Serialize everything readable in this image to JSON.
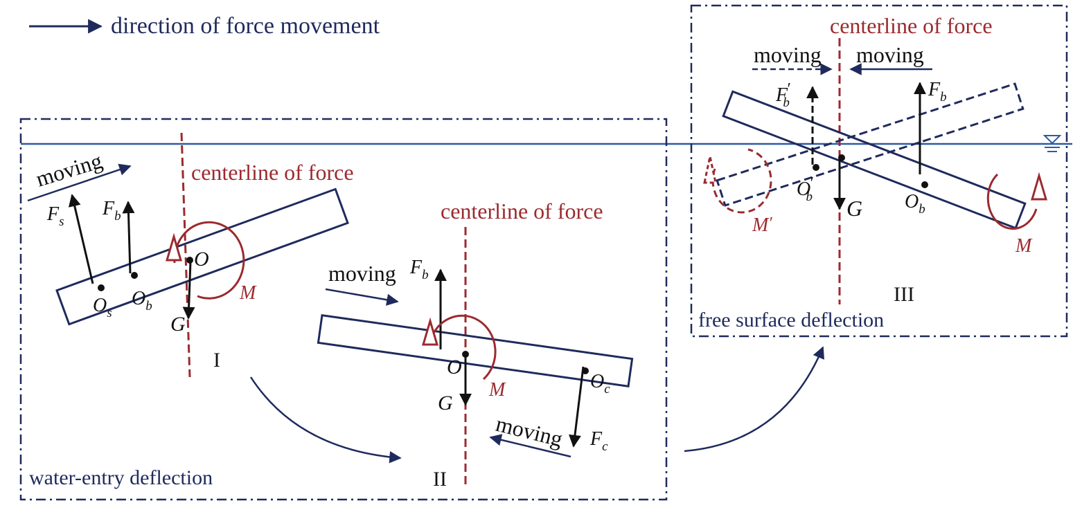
{
  "legend": {
    "text": "direction of force movement"
  },
  "labels": {
    "centerline": "centerline of force",
    "moving": "moving",
    "panel_1_roman": "I",
    "panel_2_roman": "II",
    "panel_3_roman": "III",
    "water_entry": "water-entry deflection",
    "free_surface": "free surface deflection"
  },
  "symbols": {
    "F": "F",
    "O": "O",
    "G": "G",
    "M": "M",
    "prime": "′",
    "sub_s": "s",
    "sub_b": "b",
    "sub_c": "c"
  },
  "colors": {
    "navy": "#1f2a5c",
    "red": "#9b2a2f",
    "black": "#111111",
    "water": "#2c5aa0"
  }
}
